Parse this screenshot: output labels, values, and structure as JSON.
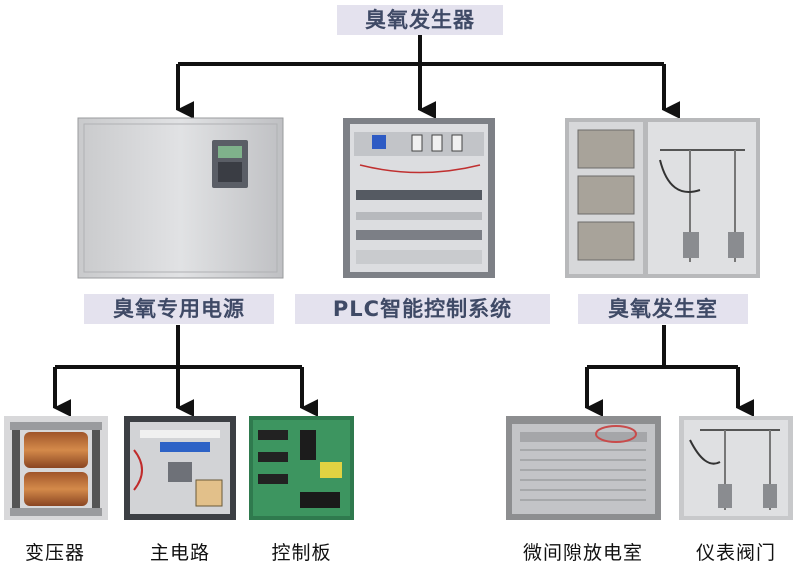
{
  "title": "臭氧发生器",
  "branches": {
    "power_supply": "臭氧专用电源",
    "plc": "PLC智能控制系统",
    "generator_room": "臭氧发生室"
  },
  "components": {
    "transformer": "变压器",
    "main_circuit": "主电路",
    "control_board": "控制板",
    "discharge_chamber": "微间隙放电室",
    "valves": "仪表阀门"
  },
  "colors": {
    "label_bg": "#e4e2ee",
    "label_text": "#3f4a66",
    "arrow": "#111111"
  }
}
